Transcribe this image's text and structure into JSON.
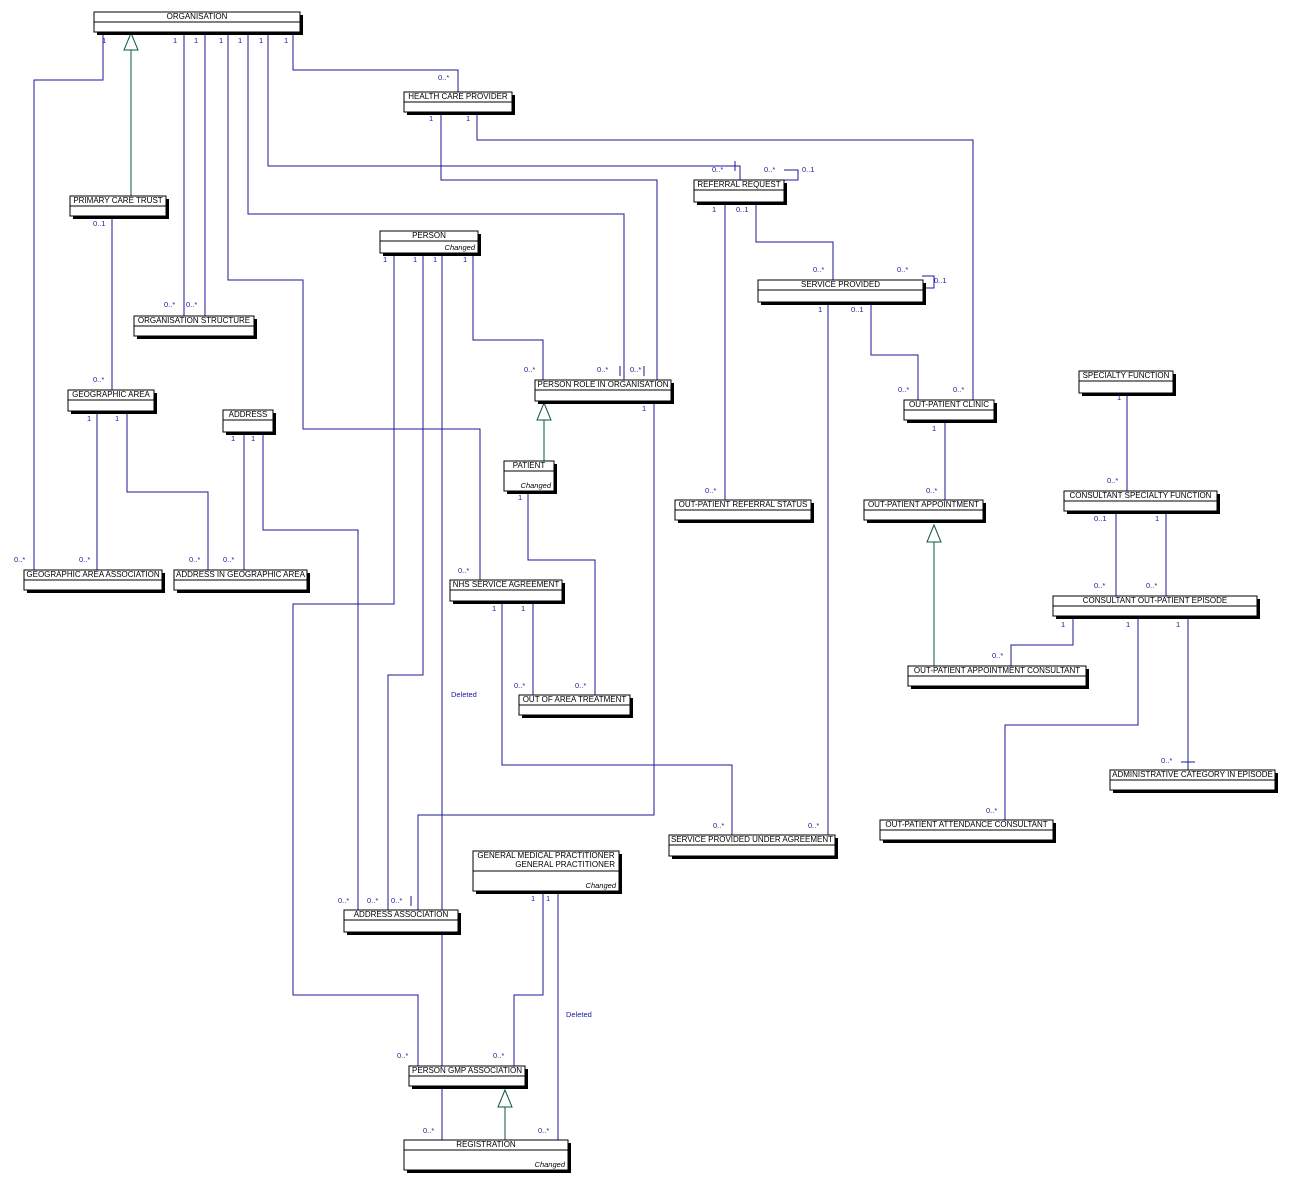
{
  "entities": {
    "organisation": {
      "name": "ORGANISATION"
    },
    "health_care_provider": {
      "name": "HEALTH CARE PROVIDER"
    },
    "referral_request": {
      "name": "REFERRAL REQUEST"
    },
    "primary_care_trust": {
      "name": "PRIMARY CARE TRUST"
    },
    "person": {
      "name": "PERSON",
      "note": "Changed"
    },
    "organisation_structure": {
      "name": "ORGANISATION STRUCTURE"
    },
    "service_provided": {
      "name": "SERVICE PROVIDED"
    },
    "person_role": {
      "name": "PERSON ROLE IN ORGANISATION"
    },
    "geographic_area": {
      "name": "GEOGRAPHIC AREA"
    },
    "specialty_function": {
      "name": "SPECIALTY FUNCTION"
    },
    "out_patient_clinic": {
      "name": "OUT-PATIENT CLINIC"
    },
    "address": {
      "name": "ADDRESS"
    },
    "patient": {
      "name": "PATIENT",
      "note": "Changed"
    },
    "consultant_specialty_function": {
      "name": "CONSULTANT SPECIALTY FUNCTION"
    },
    "op_referral_status": {
      "name": "OUT-PATIENT REFERRAL STATUS"
    },
    "op_appointment": {
      "name": "OUT-PATIENT APPOINTMENT"
    },
    "geographic_area_association": {
      "name": "GEOGRAPHIC AREA ASSOCIATION"
    },
    "address_in_geographic_area": {
      "name": "ADDRESS IN GEOGRAPHIC AREA"
    },
    "nhs_service_agreement": {
      "name": "NHS SERVICE AGREEMENT"
    },
    "consultant_op_episode": {
      "name": "CONSULTANT OUT-PATIENT EPISODE"
    },
    "op_appointment_consultant": {
      "name": "OUT-PATIENT APPOINTMENT CONSULTANT"
    },
    "out_of_area_treatment": {
      "name": "OUT OF AREA TREATMENT"
    },
    "administrative_category": {
      "name": "ADMINISTRATIVE CATEGORY IN EPISODE"
    },
    "op_attendance_consultant": {
      "name": "OUT-PATIENT ATTENDANCE CONSULTANT"
    },
    "service_under_agreement": {
      "name": "SERVICE PROVIDED UNDER AGREEMENT"
    },
    "gmp": {
      "name": "GENERAL MEDICAL PRACTITIONER",
      "name2": "GENERAL PRACTITIONER",
      "note": "Changed"
    },
    "address_association": {
      "name": "ADDRESS ASSOCIATION"
    },
    "person_gmp_association": {
      "name": "PERSON GMP ASSOCIATION"
    },
    "registration": {
      "name": "REGISTRATION",
      "note": "Changed"
    }
  },
  "notes": {
    "deleted_1": "Deleted",
    "deleted_2": "Deleted"
  },
  "multiplicities": {
    "one": "1",
    "many": "0..*",
    "optional": "0..1"
  },
  "colors": {
    "line": "#1a1a9a",
    "generalization": "#0a5a3a",
    "box_border": "#000000"
  }
}
